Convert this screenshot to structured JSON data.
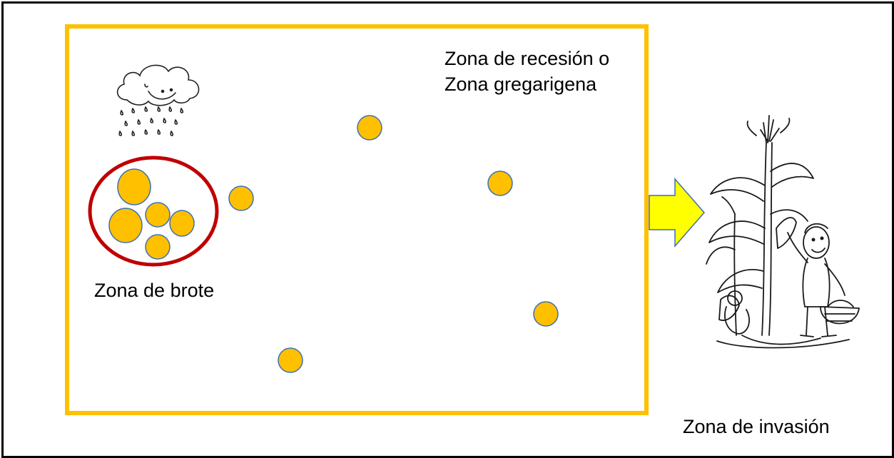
{
  "labels": {
    "recession_line1": "Zona de recesión o",
    "recession_line2": "Zona gregarigena",
    "outbreak": "Zona de brote",
    "invasion": "Zona de invasión"
  },
  "colors": {
    "locust_fill": "#FFC000",
    "locust_stroke": "#3B6FB6",
    "recession_border": "#FFC000",
    "outbreak_ring": "#C00000",
    "arrow_fill": "#FFFF00"
  },
  "icons": {
    "rain_cloud": "rain-cloud-icon",
    "corn_farmer": "corn-farmer-illustration",
    "arrow": "arrow-right-icon"
  }
}
